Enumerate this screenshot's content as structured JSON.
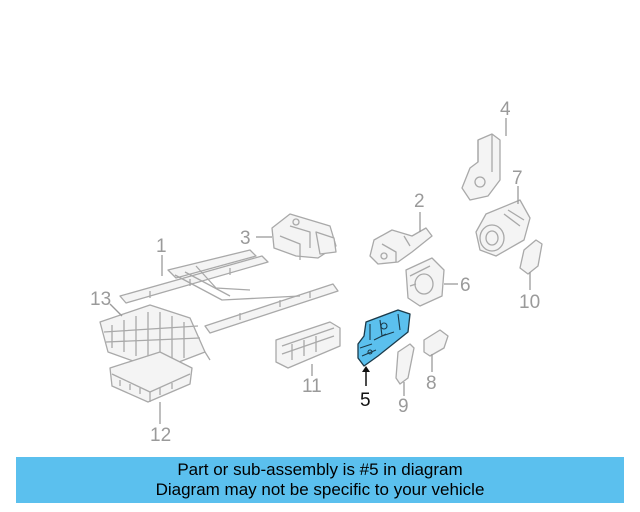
{
  "diagram": {
    "callouts": [
      {
        "id": "1",
        "label": "1"
      },
      {
        "id": "2",
        "label": "2"
      },
      {
        "id": "3",
        "label": "3"
      },
      {
        "id": "4",
        "label": "4"
      },
      {
        "id": "5",
        "label": "5",
        "highlighted": true
      },
      {
        "id": "6",
        "label": "6"
      },
      {
        "id": "7",
        "label": "7"
      },
      {
        "id": "8",
        "label": "8"
      },
      {
        "id": "9",
        "label": "9"
      },
      {
        "id": "10",
        "label": "10"
      },
      {
        "id": "11",
        "label": "11"
      },
      {
        "id": "12",
        "label": "12"
      },
      {
        "id": "13",
        "label": "13"
      }
    ],
    "highlight_color": "#5bc0ee",
    "part_color": "#a9a9a9"
  },
  "banner": {
    "line1": "Part or sub-assembly is #5 in diagram",
    "line2": "Diagram may not be specific to your vehicle",
    "background": "#5bc0ee"
  }
}
